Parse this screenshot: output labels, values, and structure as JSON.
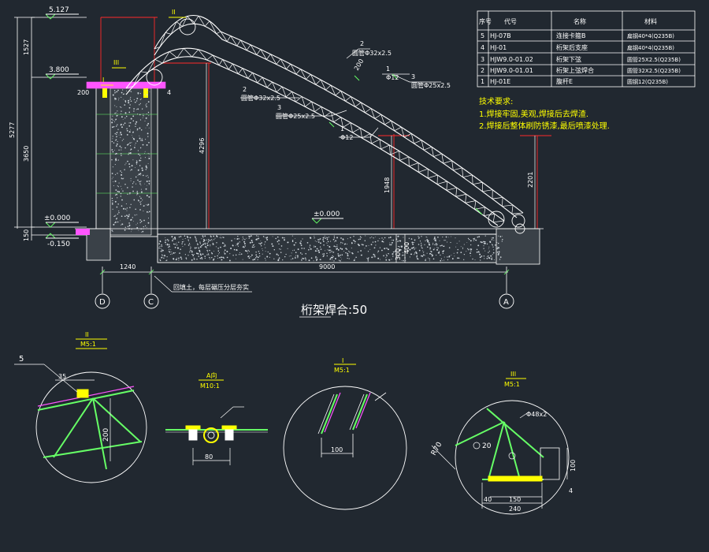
{
  "elevations": {
    "top": "5.127",
    "mid": "3.800",
    "zero": "±0.000",
    "zero_center": "±0.000",
    "neg": "-0.150"
  },
  "vertical_dims": {
    "d1527": "1527",
    "d5277": "5277",
    "d3650": "3650",
    "d150": "150",
    "d4296": "4296",
    "d1948": "1948",
    "d2201": "2201",
    "d200": "200",
    "d300": "300",
    "d400": "400",
    "d200b": "200"
  },
  "horizontal_dims": {
    "d1240": "1240",
    "d9000": "9000"
  },
  "axes": [
    "D",
    "C",
    "A"
  ],
  "callouts": {
    "c2a": "2",
    "c2b": "2",
    "c3a": "3",
    "c3b": "3",
    "c1a": "1",
    "c1b": "1",
    "c4": "4",
    "rod_32x25_a": "圆管Φ32x2.5",
    "rod_32x25_b": "圆管Φ32x2.5",
    "rod_25x25_a": "圆管Φ25x2.5",
    "rod_25x25_b": "圆管Φ25x2.5",
    "rod_12a": "Φ12",
    "rod_12b": "Φ12",
    "mark_II": "II",
    "mark_III": "III",
    "mark_I": "I"
  },
  "foundation_note": "回填土，每层碾压分层夯实",
  "main_title": "桁架焊合:50",
  "parts_table": {
    "headers": [
      "序号",
      "代号",
      "名称",
      "材料"
    ],
    "rows": [
      {
        "no": "5",
        "code": "HJ-07B",
        "name": "连接卡箍B",
        "material": "扁钢40*4(Q235B)"
      },
      {
        "no": "4",
        "code": "HJ-01",
        "name": "桁架后支座",
        "material": "扁钢40*4(Q235B)"
      },
      {
        "no": "3",
        "code": "HJW9.0-01.02",
        "name": "桁架下弦",
        "material": "圆管25X2.5(Q235B)"
      },
      {
        "no": "2",
        "code": "HJW9.0-01.01",
        "name": "桁架上弦焊合",
        "material": "圆管32X2.5(Q235B)"
      },
      {
        "no": "1",
        "code": "HJ-01E",
        "name": "腹杆E",
        "material": "圆钢12(Q235B)"
      }
    ]
  },
  "tech_notes": {
    "title": "技术要求:",
    "lines": [
      "1.焊接牢固,美观,焊接后去焊渣.",
      "2.焊接后整体刷防锈漆,最后喷漆处理."
    ]
  },
  "details": {
    "d2": {
      "mark": "II",
      "scale": "M5:1",
      "callout": "5",
      "dim1": "35",
      "dim2": "200"
    },
    "dA": {
      "mark": "A向",
      "scale": "M10:1",
      "dim1": "80"
    },
    "d1": {
      "mark": "I",
      "scale": "M5:1",
      "dim1": "100"
    },
    "d3": {
      "mark": "III",
      "scale": "M5:1",
      "dim1": "Φ48x2",
      "dim2": "20",
      "dim3": "R70",
      "dim4": "100",
      "dim5": "150",
      "dim6": "240",
      "dim7": "40",
      "dim8": "4"
    }
  },
  "colors": {
    "background": "#212830",
    "truss": "#ffffff",
    "green": "#66ff66",
    "red_axis": "#ff2a2a",
    "yellow": "#ffff00",
    "magenta": "#ff55ff",
    "cyan": "#00e5ff"
  }
}
